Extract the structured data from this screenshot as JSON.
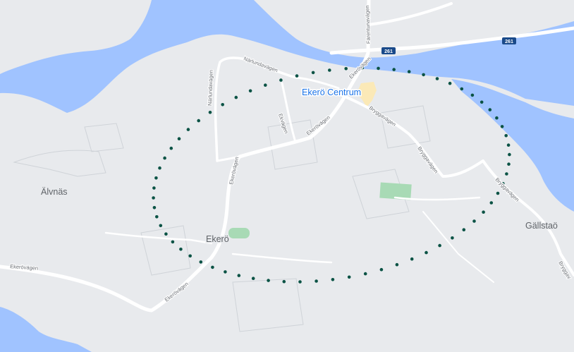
{
  "colors": {
    "land": "#e8eaed",
    "water": "#a0c3ff",
    "road": "#ffffff",
    "park": "#a8dab5",
    "commercial": "#fbe9b7",
    "border": "#cfd3d8",
    "route_dots": "#0b5345",
    "shield": "#1a4a8a"
  },
  "places": {
    "alvnas": "Älvnäs",
    "ekero": "Ekerö",
    "gallstao": "Gällstaö",
    "ekero_centrum": "Ekerö Centrum"
  },
  "roads": {
    "narlundavagen_a": "Närlundavägen",
    "narlundavagen_b": "Närlundavägen",
    "ekvagen": "Ekvägen",
    "ekerovagen_1": "Ekerövägen",
    "ekerovagen_2": "Ekerövägen",
    "ekerovagen_3": "Ekerövägen",
    "ekerovagen_4": "Ekerövägen",
    "ekerovagen_5": "Ekerövägen",
    "bryggavagen_1": "Bryggavägen",
    "bryggavagen_2": "Bryggavägen",
    "bryggavagen_3": "Bryggavägen",
    "bryggavagen_4": "Bryggav",
    "farentunavagen": "Färentunavägen"
  },
  "shields": {
    "a": "261",
    "b": "261"
  }
}
